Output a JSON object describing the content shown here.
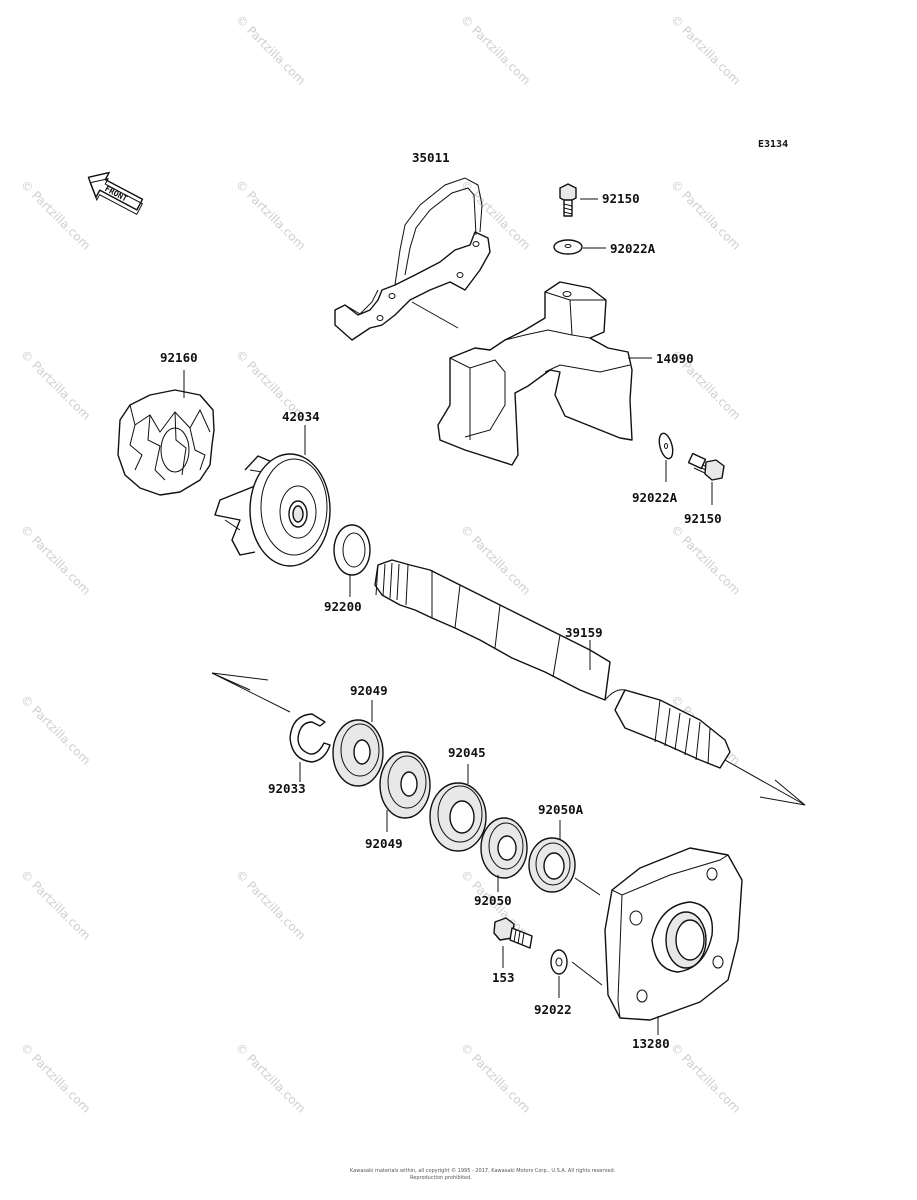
{
  "diagram_code": "E3134",
  "front_label": "FRONT",
  "watermark": "© Partzilla.com",
  "copyright": "Kawasaki materials within, all copyright © 1995 - 2017, Kawasaki Motors Corp., U.S.A.  All rights reserved.",
  "copyright_line2": "Reproduction prohibited.",
  "parts": [
    {
      "id": "35011"
    },
    {
      "id": "92150"
    },
    {
      "id": "92022A"
    },
    {
      "id": "14090"
    },
    {
      "id": "92022A"
    },
    {
      "id": "92150"
    },
    {
      "id": "92160"
    },
    {
      "id": "42034"
    },
    {
      "id": "92200"
    },
    {
      "id": "39159"
    },
    {
      "id": "92049"
    },
    {
      "id": "92033"
    },
    {
      "id": "92049"
    },
    {
      "id": "92045"
    },
    {
      "id": "92050A"
    },
    {
      "id": "92050"
    },
    {
      "id": "153"
    },
    {
      "id": "92022"
    },
    {
      "id": "13280"
    }
  ]
}
